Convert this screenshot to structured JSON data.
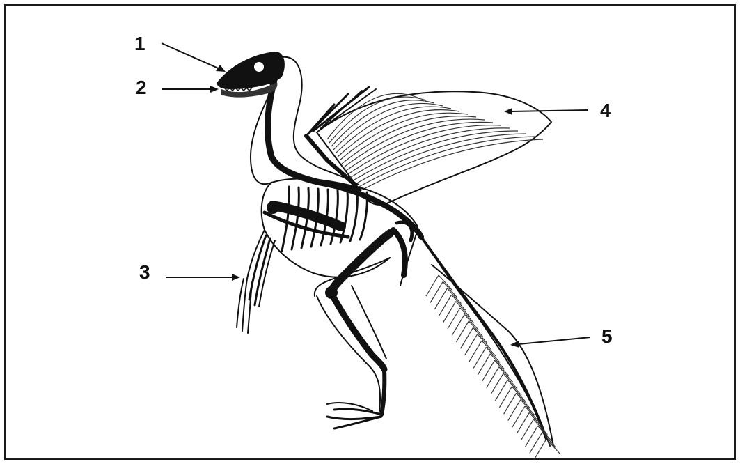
{
  "labels": [
    {
      "id": "1",
      "text": "1"
    },
    {
      "id": "2",
      "text": "2"
    },
    {
      "id": "3",
      "text": "3"
    },
    {
      "id": "4",
      "text": "4"
    },
    {
      "id": "5",
      "text": "5"
    }
  ],
  "colors": {
    "line": "#111111",
    "background": "#ffffff"
  }
}
